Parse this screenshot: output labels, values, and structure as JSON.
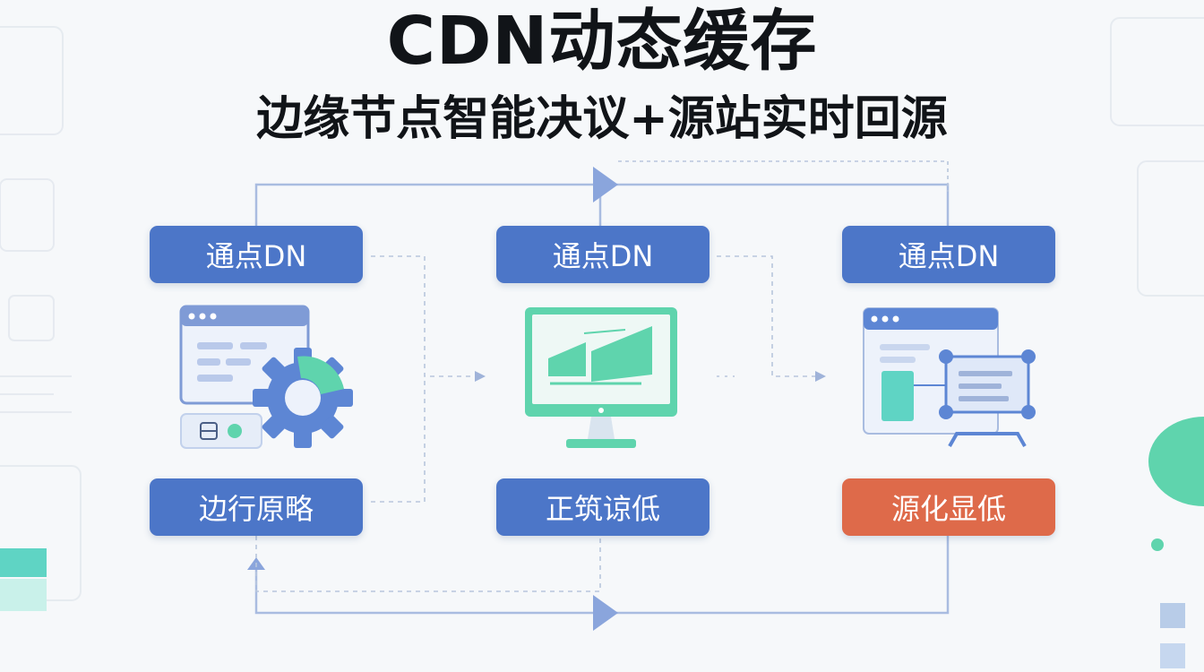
{
  "title": "CDN动态缓存",
  "subtitle": "边缘节点智能决议+源站实时回源",
  "nodes": [
    {
      "label": "通点DN"
    },
    {
      "label": "通点DN"
    },
    {
      "label": "通点DN"
    }
  ],
  "bottom_labels": [
    {
      "label": "边行原略"
    },
    {
      "label": "正筑谅低"
    },
    {
      "label": "源化显低"
    }
  ],
  "icons": {
    "left": "browser-window-with-gear-icon",
    "middle": "desktop-monitor-icon",
    "right": "browser-window-with-selection-icon"
  },
  "colors": {
    "pill_blue": "#4c76c8",
    "pill_orange": "#de6a4a",
    "arrow": "#9fb3d9",
    "teal": "#4fd0b0"
  }
}
